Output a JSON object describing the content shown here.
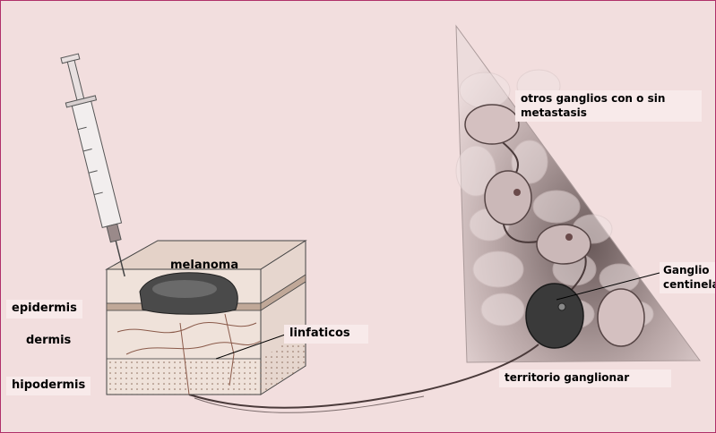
{
  "labels": {
    "melanoma": "melanoma",
    "epidermis": "epidermis",
    "dermis": "dermis",
    "hipodermis": "hipodermis",
    "linfaticos": "linfaticos",
    "otros_ganglios_line1": "otros ganglios con o sin",
    "otros_ganglios_line2": "metastasis",
    "ganglio_centinela_line1": "Ganglio",
    "ganglio_centinela_line2": "centinela",
    "territorio": "territorio ganglionar"
  },
  "colors": {
    "background": "#f2dede",
    "border": "#b0306a",
    "node_fill": "#dcc8c8",
    "sentinel_node": "#3a3a3a"
  }
}
